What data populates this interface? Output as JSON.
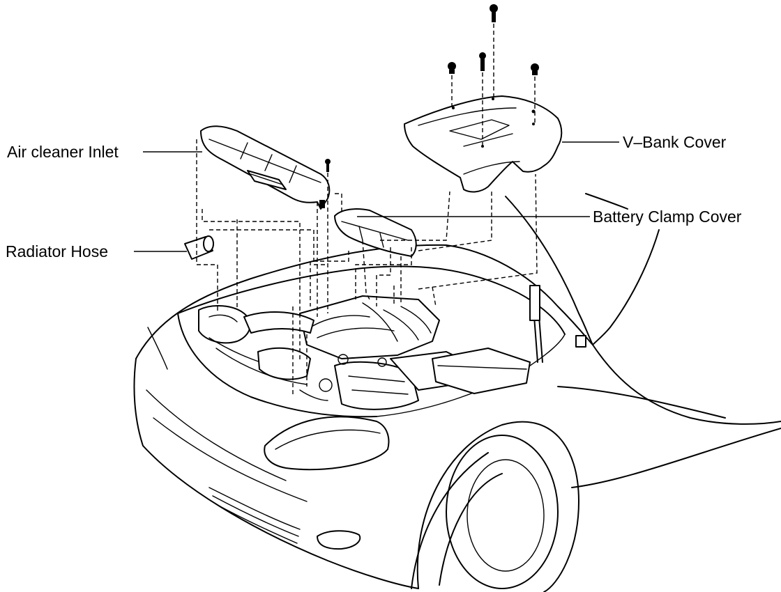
{
  "labels": {
    "air_cleaner_inlet": "Air cleaner Inlet",
    "radiator_hose": "Radiator Hose",
    "v_bank_cover": "V–Bank Cover",
    "battery_clamp_cover": "Battery Clamp Cover"
  }
}
